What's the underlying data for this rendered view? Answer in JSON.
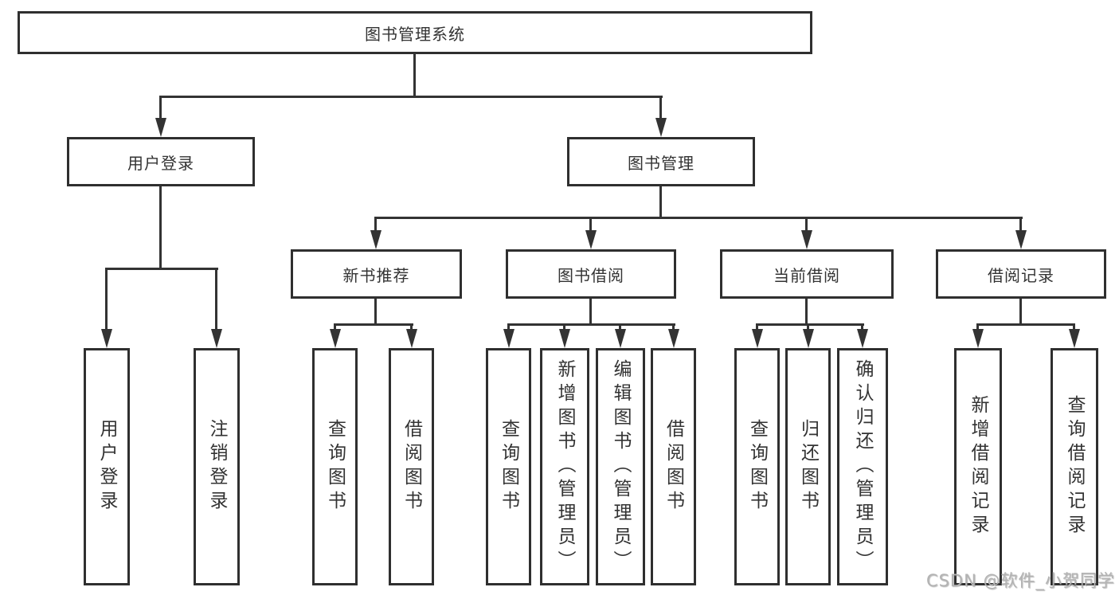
{
  "diagram": {
    "root": {
      "label": "图书管理系统"
    },
    "level2": {
      "user_login": {
        "label": "用户登录"
      },
      "book_mgmt": {
        "label": "图书管理"
      }
    },
    "level3": {
      "new_books": {
        "label": "新书推荐"
      },
      "borrowing": {
        "label": "图书借阅"
      },
      "current": {
        "label": "当前借阅"
      },
      "records": {
        "label": "借阅记录"
      }
    },
    "leaves": {
      "login": [
        "用户登录",
        "注销登录"
      ],
      "new_books": [
        "查询图书",
        "借阅图书"
      ],
      "borrowing": [
        "查询图书",
        "新增图书（管理员）",
        "编辑图书（管理员）",
        "借阅图书"
      ],
      "current": [
        "查询图书",
        "归还图书",
        "确认归还（管理员）"
      ],
      "records": [
        "新增借阅记录",
        "查询借阅记录"
      ]
    }
  },
  "watermark": {
    "text": "CSDN @软件_小贺同学"
  },
  "colors": {
    "line": "#333333",
    "box_border": "#2f2f2f",
    "text": "#333333",
    "watermark": "#b3b3b3",
    "background": "#ffffff"
  }
}
